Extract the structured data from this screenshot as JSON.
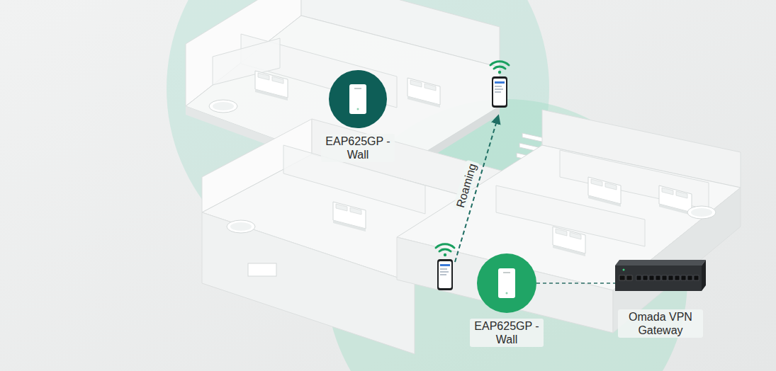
{
  "diagram": {
    "nodes": [
      {
        "text": [
          "EAP625GP -Wall"
        ]
      },
      {
        "text": [
          "EAP625GP -Wall"
        ]
      },
      {
        "text": [
          "Omada VPN Gateway"
        ]
      }
    ],
    "edges": [
      {
        "from": 1,
        "to": 2,
        "arrow": "none"
      }
    ],
    "labels": [
      "Roaming"
    ]
  }
}
